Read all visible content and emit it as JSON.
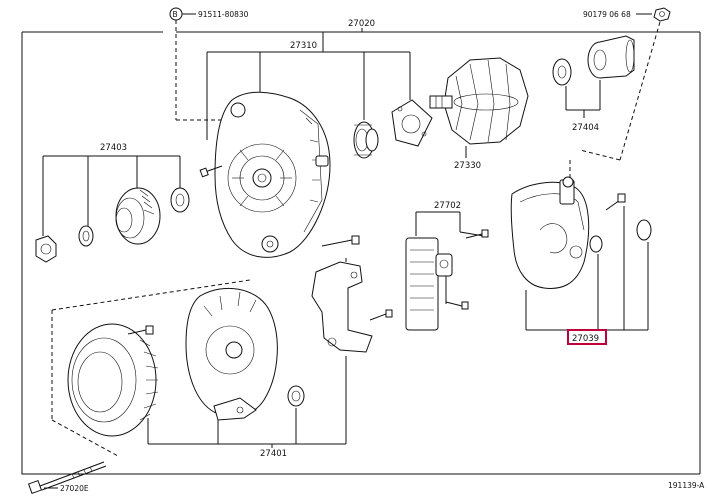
{
  "labels": {
    "main_assy": "27020",
    "ref_bolt": "91511-80830",
    "ref_nut": "90179 06 68",
    "frame_drive_end": "27310",
    "pulley_set": "27403",
    "rotor": "27330",
    "bearing_cover": "27404",
    "rectifier": "27702",
    "end_cover": "27039",
    "frame_rear": "27401",
    "through_bolt": "27020E",
    "diagram_id": "191139-A",
    "circle_symbol": "B"
  },
  "colors": {
    "line": "#111111",
    "highlight": "#c0003a",
    "background": "#ffffff"
  }
}
